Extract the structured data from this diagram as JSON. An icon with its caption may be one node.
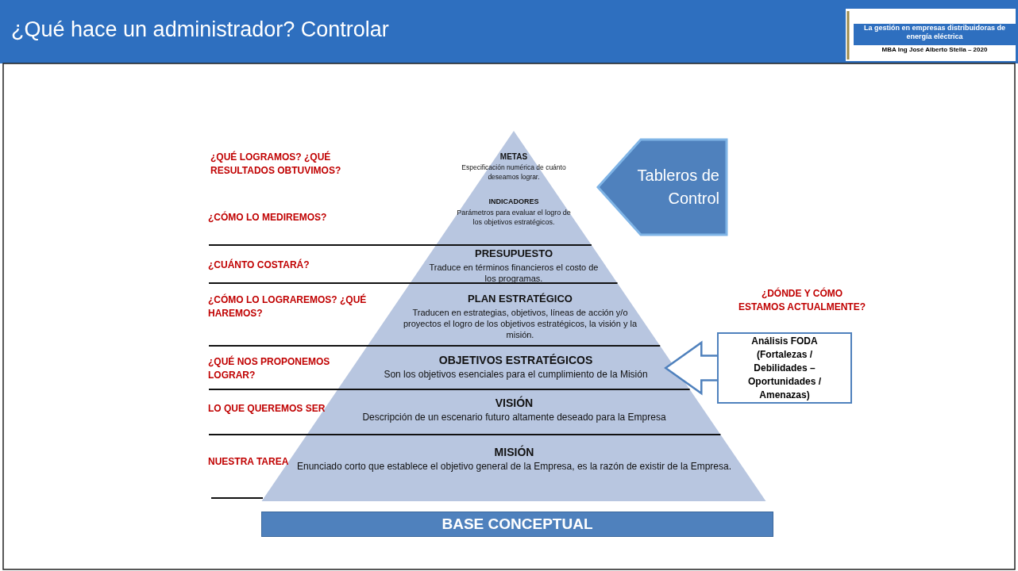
{
  "diagram": {
    "title": "¿Qué hace un administrador? Controlar",
    "nodes": [
      {
        "text": [
          "METAS",
          "Especificación numérica  de cuánto deseamos lograr."
        ]
      },
      {
        "text": [
          "INDICADORES",
          "Parámetros para evaluar el logro de los objetivos estratégicos."
        ]
      },
      {
        "text": [
          "PRESUPUESTO",
          "Traduce en términos financieros el costo de los programas."
        ]
      },
      {
        "text": [
          "PLAN ESTRATÉGICO",
          "Traducen en estrategias, objetivos, líneas de acción y/o proyectos el logro de los objetivos estratégicos, la visión y la misión."
        ]
      },
      {
        "text": [
          "OBJETIVOS ESTRATÉGICOS",
          "Son los objetivos esenciales para el cumplimiento de la Misión"
        ]
      },
      {
        "text": [
          "VISIÓN",
          "Descripción de un escenario futuro altamente deseado para la Empresa"
        ]
      },
      {
        "text": [
          "MISIÓN",
          "Enunciado corto que establece el objetivo general de la Empresa, es la razón de existir de la Empresa."
        ]
      },
      {
        "text": [
          "BASE CONCEPTUAL"
        ]
      },
      {
        "text": [
          "Tableros de Control"
        ]
      },
      {
        "text": [
          "Análisis FODA (Fortalezas / Debilidades – Oportunidades / Amenazas)"
        ]
      }
    ],
    "edges": [
      {
        "from": 9,
        "to": 4,
        "arrow": "to"
      }
    ],
    "labels": [
      "La gestión en empresas distribuidoras de energía eléctrica",
      "MBA Ing José Alberto Stella – 2020",
      "¿QUÉ LOGRAMOS? ¿QUÉ RESULTADOS OBTUVIMOS?",
      "¿CÓMO LO MEDIREMOS?",
      "¿CUÁNTO COSTARÁ?",
      "¿CÓMO LO LOGRAREMOS? ¿QUÉ HAREMOS?",
      "¿DÓNDE Y CÓMO ESTAMOS ACTUALMENTE?",
      "¿QUÉ NOS PROPONEMOS LOGRAR?",
      "LO QUE QUEREMOS SER",
      "NUESTRA TAREA"
    ]
  }
}
